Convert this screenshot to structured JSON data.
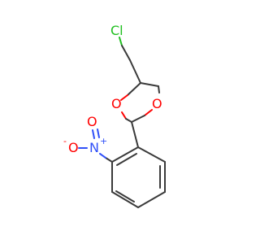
{
  "molecule": {
    "atoms": {
      "chlorine": {
        "label": "Cl",
        "color": "#1fbf1f"
      },
      "oxygen_left": {
        "label": "O",
        "color": "#ff0000"
      },
      "oxygen_right": {
        "label": "O",
        "color": "#ff0000"
      },
      "oxygen_nitro_top": {
        "label": "O",
        "color": "#ff0000"
      },
      "oxygen_nitro_left": {
        "label": "O",
        "color": "#ff0000"
      },
      "nitrogen": {
        "label": "N",
        "color": "#3050f8"
      }
    },
    "charges": {
      "nitrogen_plus": "+",
      "oxygen_minus": "-"
    },
    "bond_color": "#3a3a3a"
  }
}
